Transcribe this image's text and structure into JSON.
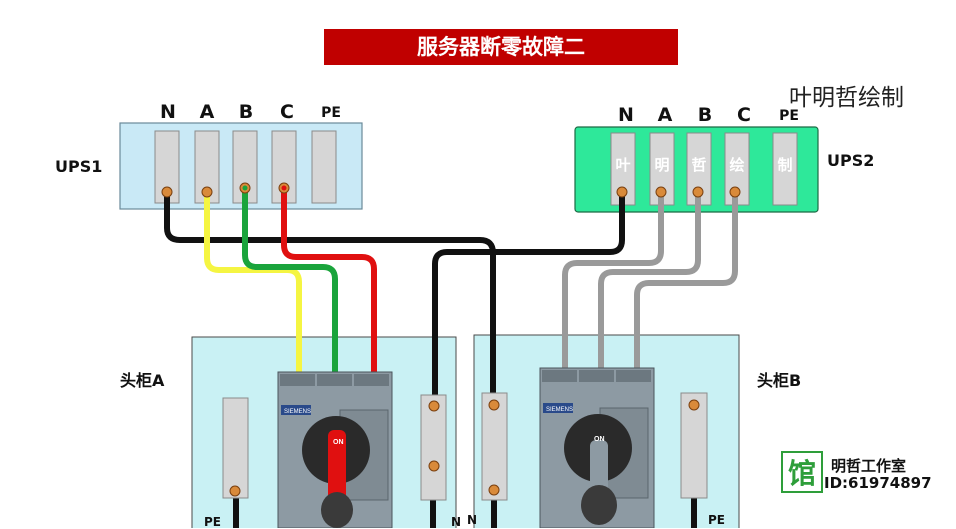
{
  "title": "服务器断零故障二",
  "author": "叶明哲绘制",
  "ups1": {
    "label": "UPS1",
    "terminals": [
      "N",
      "A",
      "B",
      "C",
      "PE"
    ]
  },
  "ups2": {
    "label": "UPS2",
    "terminals": [
      "N",
      "A",
      "B",
      "C",
      "PE"
    ],
    "bar_chars": [
      "叶",
      "明",
      "哲",
      "绘",
      "制"
    ]
  },
  "cabinet_a": {
    "label": "头柜A",
    "pe_label": "PE",
    "n_label": "N",
    "breaker_brand": "SIEMENS",
    "breaker_on": "ON"
  },
  "cabinet_b": {
    "label": "头柜B",
    "pe_label": "PE",
    "n_label": "N",
    "breaker_brand": "SIEMENS",
    "breaker_on": "ON"
  },
  "studio": {
    "icon_char": "馆",
    "name": "明哲工作室",
    "id": "ID:61974897"
  },
  "colors": {
    "title_bg": "#c00000",
    "ups1_box": "#c9e9f6",
    "ups2_box": "#2ee89a",
    "cabinet": "#c9f1f4",
    "phase_a": "#f5f542",
    "phase_b": "#1aa43c",
    "phase_c": "#e01010",
    "neutral": "#111111",
    "ups2_cable": "#9a9a9a"
  }
}
